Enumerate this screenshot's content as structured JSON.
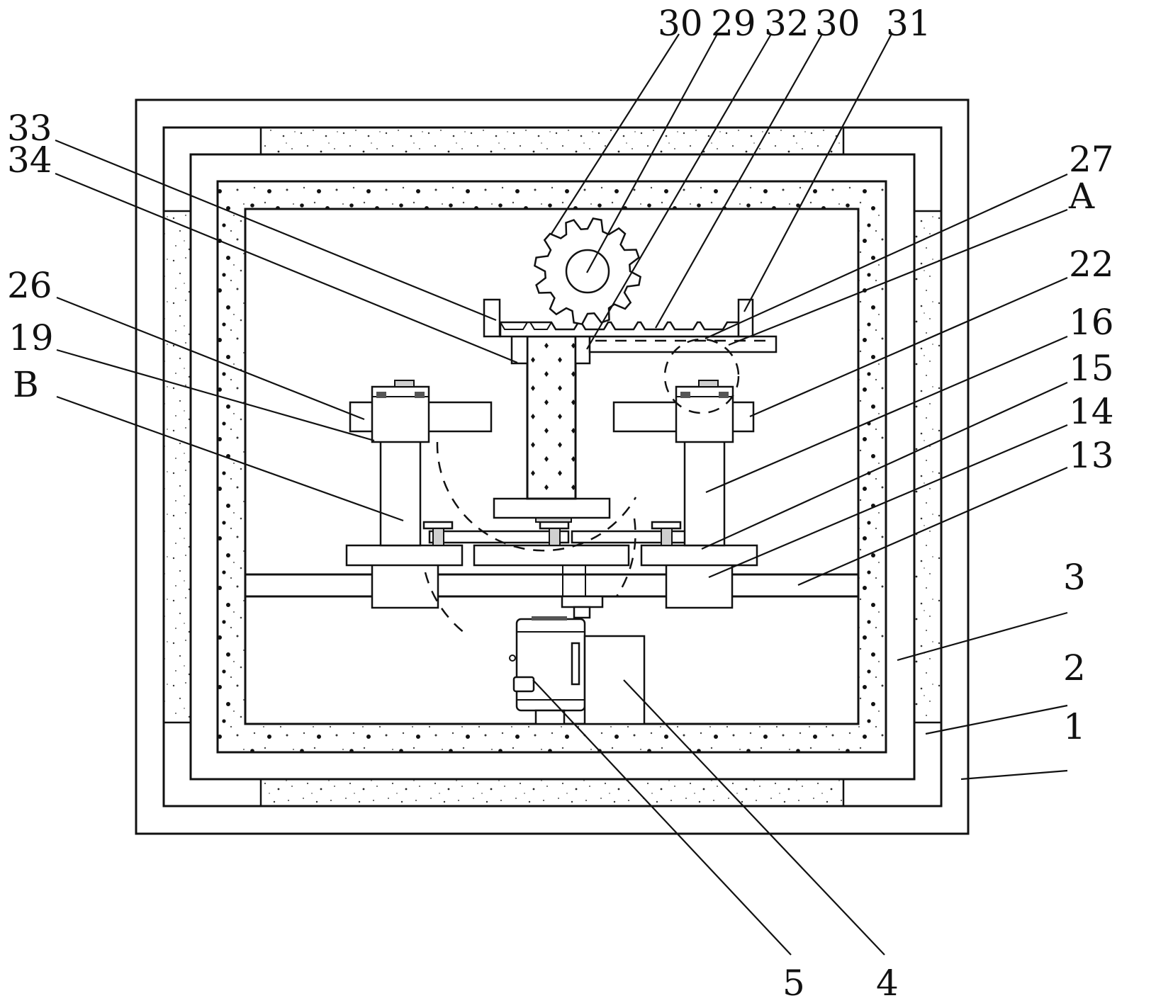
{
  "figure": {
    "type": "patent-mechanical-drawing",
    "description": "Front sectional view of an enclosure with nested insulated walls, gear-and-rack drive, central column, rotating platform and motor assembly",
    "colors": {
      "line": "#111111",
      "background": "#ffffff",
      "fill_grey": "#cfcfcf"
    }
  },
  "labels": {
    "top": [
      {
        "id": "30a",
        "text": "30"
      },
      {
        "id": "29",
        "text": "29"
      },
      {
        "id": "32",
        "text": "32"
      },
      {
        "id": "30b",
        "text": "30"
      },
      {
        "id": "31",
        "text": "31"
      }
    ],
    "left": [
      {
        "id": "33",
        "text": "33"
      },
      {
        "id": "34",
        "text": "34"
      },
      {
        "id": "26",
        "text": "26"
      },
      {
        "id": "19",
        "text": "19"
      },
      {
        "id": "B",
        "text": "B"
      }
    ],
    "right": [
      {
        "id": "27",
        "text": "27"
      },
      {
        "id": "A",
        "text": "A"
      },
      {
        "id": "22",
        "text": "22"
      },
      {
        "id": "16",
        "text": "16"
      },
      {
        "id": "15",
        "text": "15"
      },
      {
        "id": "14",
        "text": "14"
      },
      {
        "id": "13",
        "text": "13"
      },
      {
        "id": "3",
        "text": "3"
      },
      {
        "id": "2",
        "text": "2"
      },
      {
        "id": "1",
        "text": "1"
      }
    ],
    "bottom": [
      {
        "id": "5",
        "text": "5"
      },
      {
        "id": "4",
        "text": "4"
      }
    ]
  }
}
